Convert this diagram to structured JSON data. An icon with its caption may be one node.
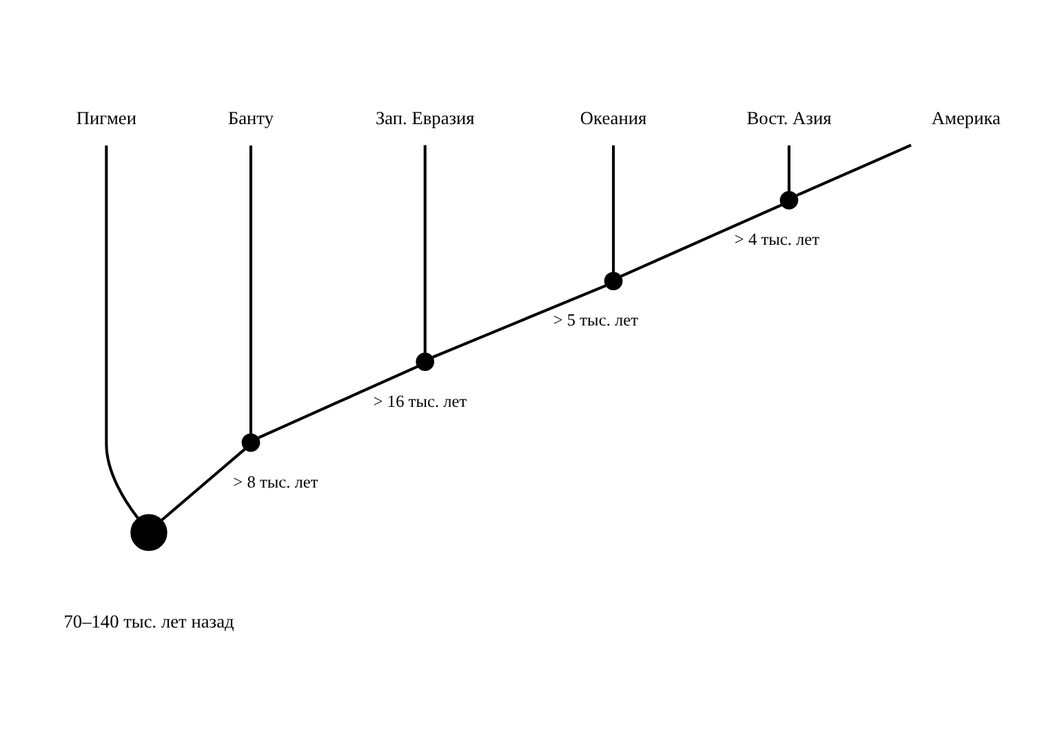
{
  "diagram": {
    "nodes": [
      {
        "text": [
          "Пигмеи"
        ]
      },
      {
        "text": [
          "Банту"
        ]
      },
      {
        "text": [
          "Зап. Евразия"
        ]
      },
      {
        "text": [
          "Океания"
        ]
      },
      {
        "text": [
          "Вост. Азия"
        ]
      },
      {
        "text": [
          "Америка"
        ]
      },
      {
        "text": [],
        "shape": "circle"
      },
      {
        "text": [],
        "shape": "circle"
      },
      {
        "text": [],
        "shape": "circle"
      },
      {
        "text": [],
        "shape": "circle"
      },
      {
        "text": [],
        "shape": "circle",
        "beside": [
          "70–140 тыс. лет назад"
        ]
      }
    ],
    "edges": [
      {
        "from": 10,
        "to": 0,
        "arrow": "none"
      },
      {
        "from": 10,
        "to": 9,
        "arrow": "none",
        "label": "> 8 тыс. лет"
      },
      {
        "from": 9,
        "to": 1,
        "arrow": "none"
      },
      {
        "from": 9,
        "to": 8,
        "arrow": "none",
        "label": "> 16 тыс. лет"
      },
      {
        "from": 8,
        "to": 2,
        "arrow": "none"
      },
      {
        "from": 8,
        "to": 7,
        "arrow": "none",
        "label": "> 5 тыс. лет"
      },
      {
        "from": 7,
        "to": 3,
        "arrow": "none"
      },
      {
        "from": 7,
        "to": 6,
        "arrow": "none",
        "label": "> 4 тыс. лет"
      },
      {
        "from": 6,
        "to": 4,
        "arrow": "none"
      },
      {
        "from": 6,
        "to": 5,
        "arrow": "none"
      }
    ]
  }
}
